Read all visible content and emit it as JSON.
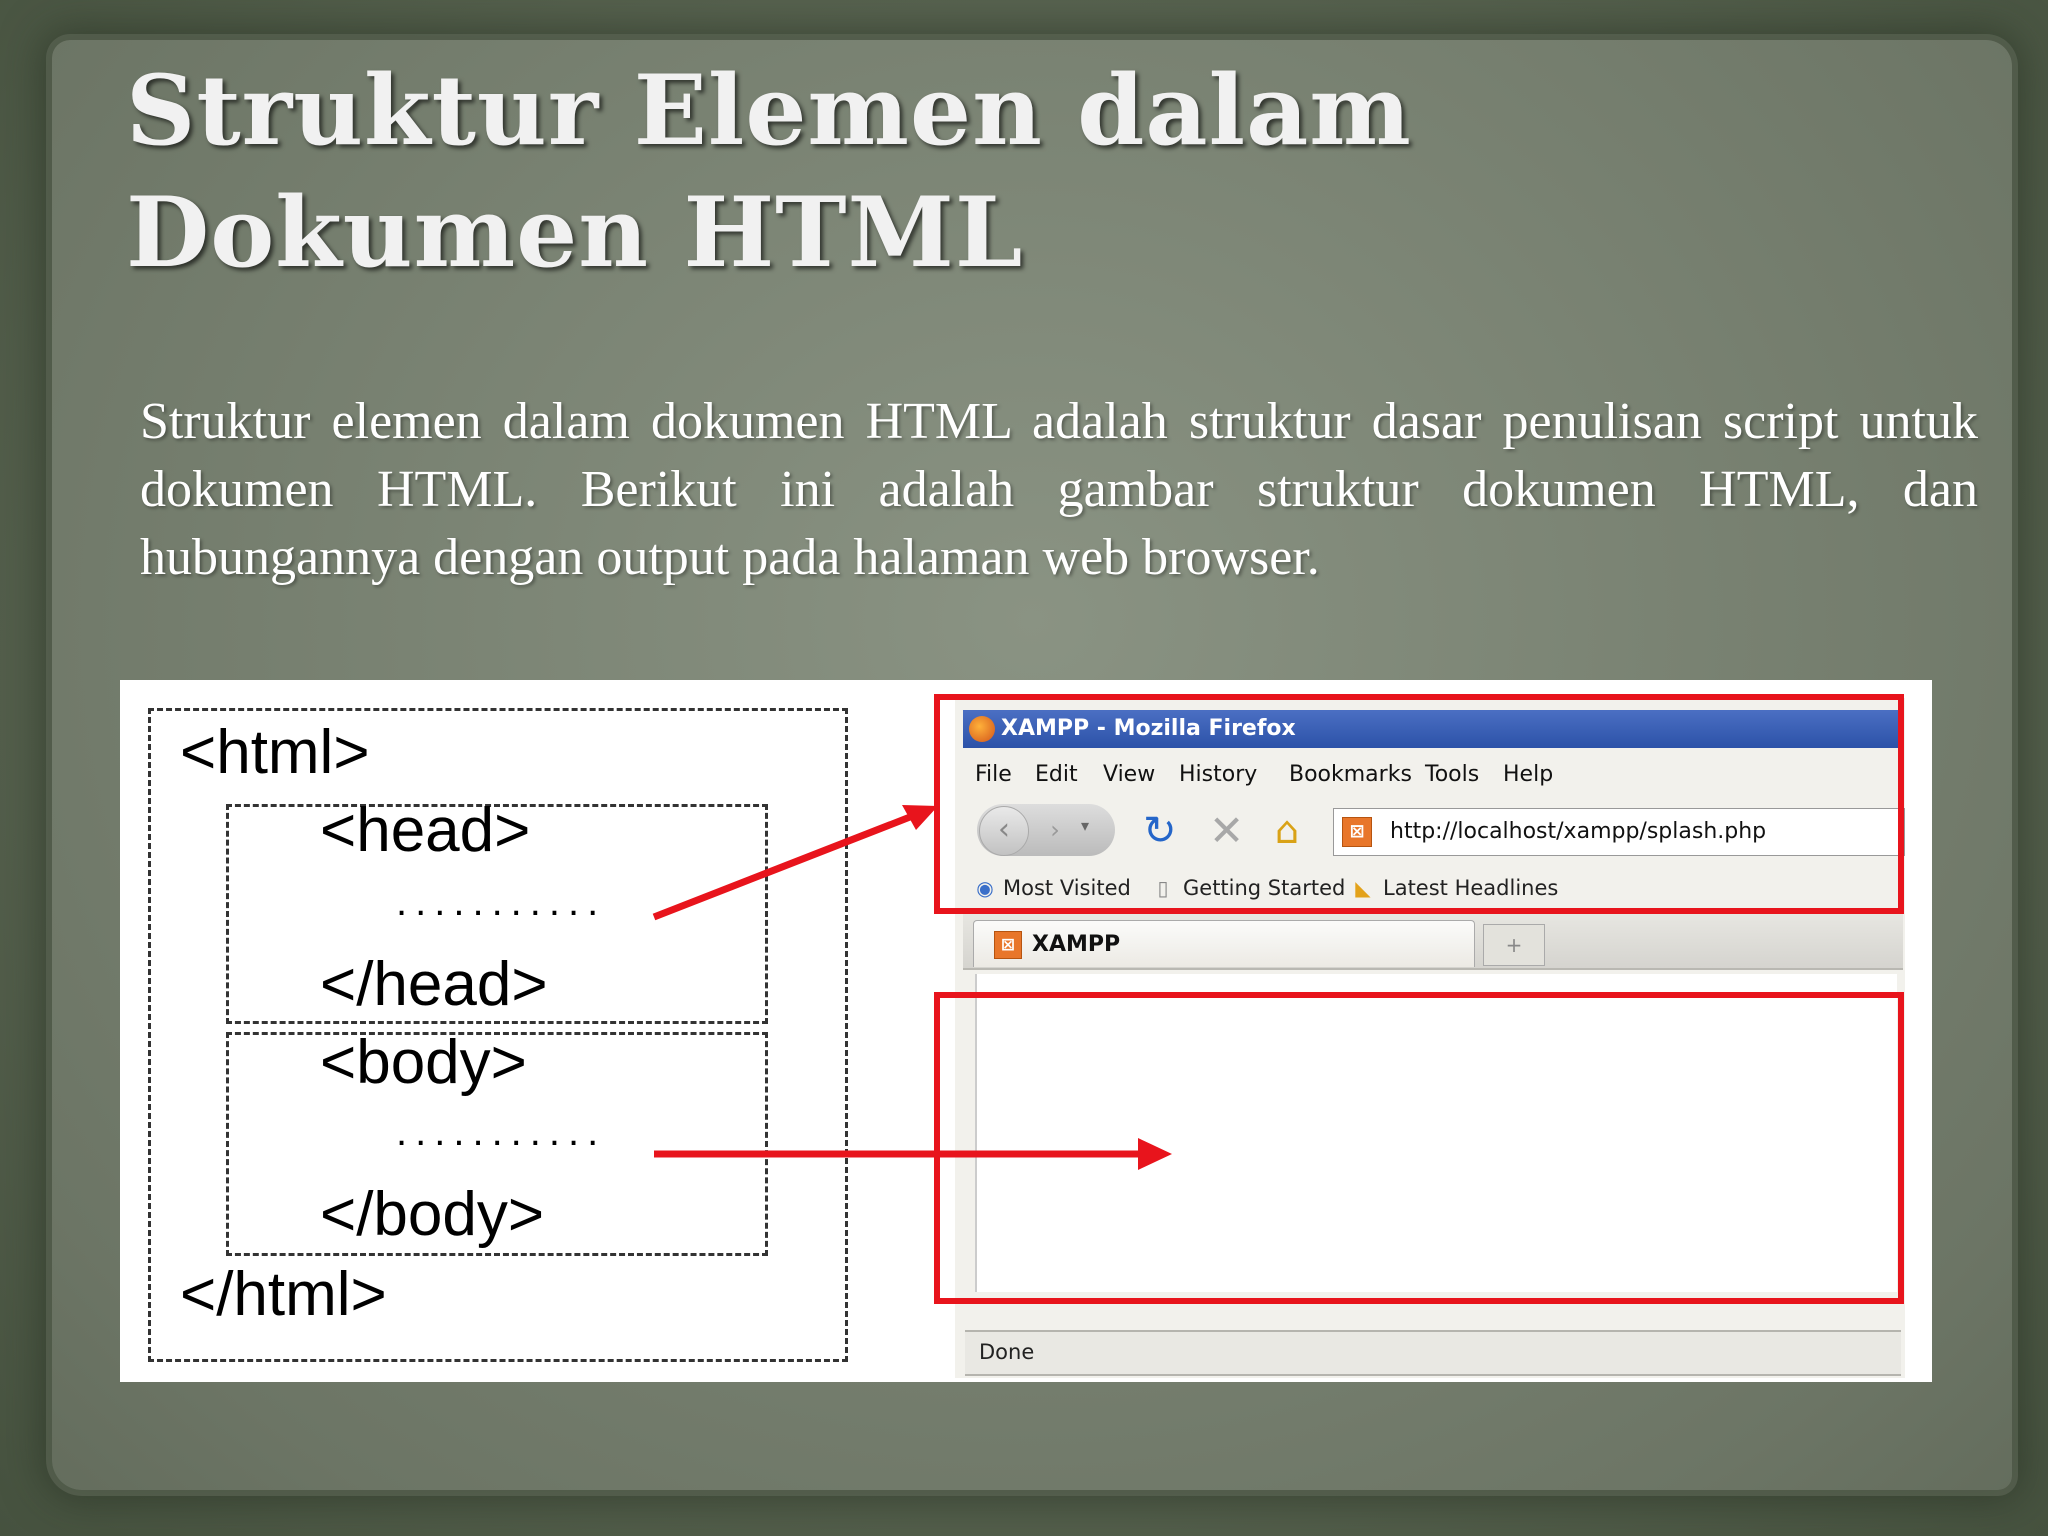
{
  "slide": {
    "title": "Struktur Elemen dalam Dokumen HTML",
    "body": "Struktur elemen dalam dokumen HTML adalah struktur dasar penulisan script untuk dokumen HTML. Berikut ini adalah gambar struktur dokumen HTML, dan hubungannya dengan output pada halaman web browser."
  },
  "diagram": {
    "html_open": "<html>",
    "head_open": "<head>",
    "head_dots": "...........",
    "head_close": "</head>",
    "body_open": "<body>",
    "body_dots": "...........",
    "body_close": "</body>",
    "html_close": "</html>"
  },
  "browser": {
    "window_title": "XAMPP - Mozilla Firefox",
    "menu": [
      "File",
      "Edit",
      "View",
      "History",
      "Bookmarks",
      "Tools",
      "Help"
    ],
    "url": "http://localhost/xampp/splash.php",
    "bookmarks": [
      "Most Visited",
      "Getting Started",
      "Latest Headlines"
    ],
    "tab_label": "XAMPP",
    "status": "Done"
  },
  "colors": {
    "highlight": "#e8141c",
    "title_text": "#f1f1f1"
  }
}
